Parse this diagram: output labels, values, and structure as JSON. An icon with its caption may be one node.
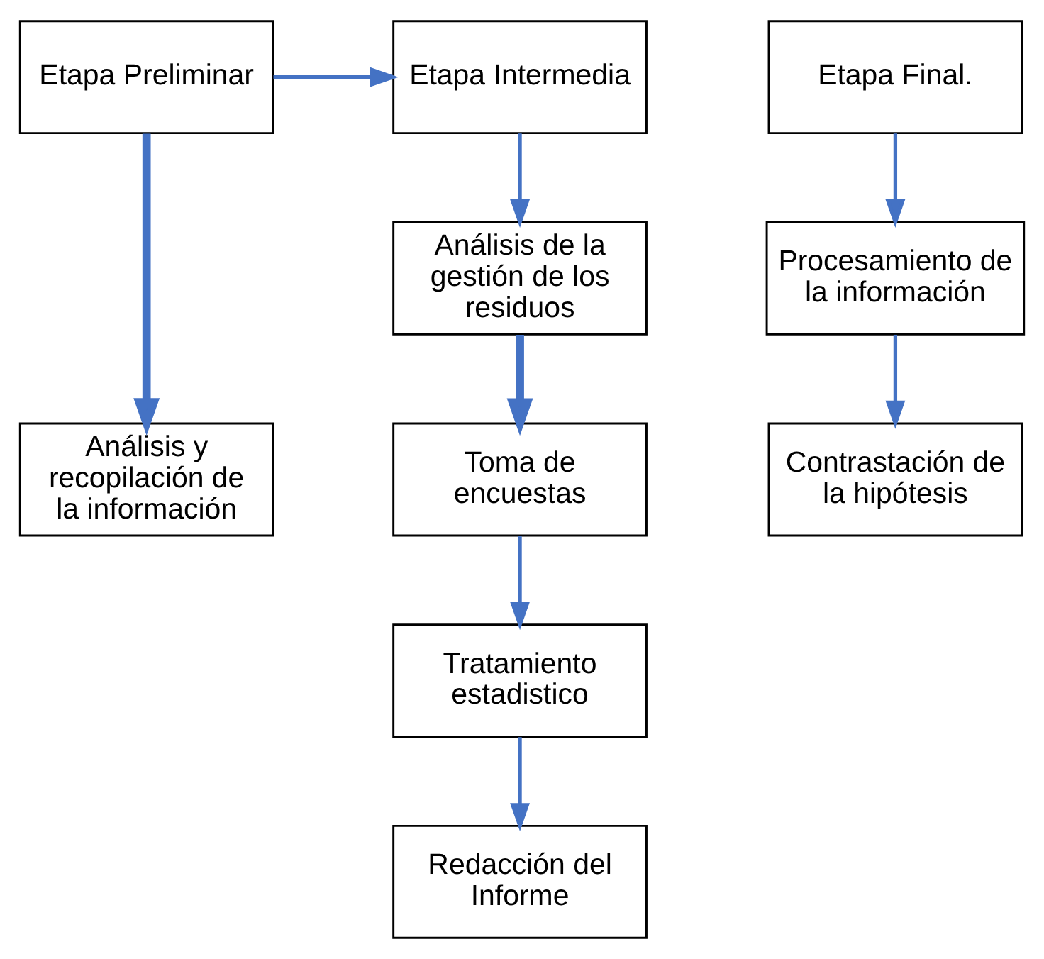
{
  "diagram": {
    "nodes": [
      {
        "text": [
          "Etapa Preliminar"
        ]
      },
      {
        "text": [
          "Etapa Intermedia"
        ]
      },
      {
        "text": [
          "Etapa Final."
        ]
      },
      {
        "text": [
          "Procesamiento de la información"
        ]
      },
      {
        "text": [
          "Análisis de la gestión de los residuos"
        ]
      },
      {
        "text": [
          "Contrastación de la hipótesis"
        ]
      },
      {
        "text": [
          "Análisis y recopilación de la información"
        ]
      },
      {
        "text": [
          "Toma de encuestas"
        ]
      },
      {
        "text": [
          "Redacción del Informe"
        ]
      },
      {
        "text": [
          "Tratamiento estadistico"
        ]
      }
    ],
    "edges": [
      {
        "from": 0,
        "to": 1,
        "arrow": "to"
      },
      {
        "from": 0,
        "to": 6,
        "arrow": "to",
        "style": "thick"
      },
      {
        "from": 1,
        "to": 4,
        "arrow": "to"
      },
      {
        "from": 4,
        "to": 7,
        "arrow": "to",
        "style": "thick"
      },
      {
        "from": 7,
        "to": 9,
        "arrow": "to"
      },
      {
        "from": 9,
        "to": 8,
        "arrow": "to"
      },
      {
        "from": 2,
        "to": 3,
        "arrow": "to"
      },
      {
        "from": 3,
        "to": 5,
        "arrow": "to"
      }
    ]
  }
}
